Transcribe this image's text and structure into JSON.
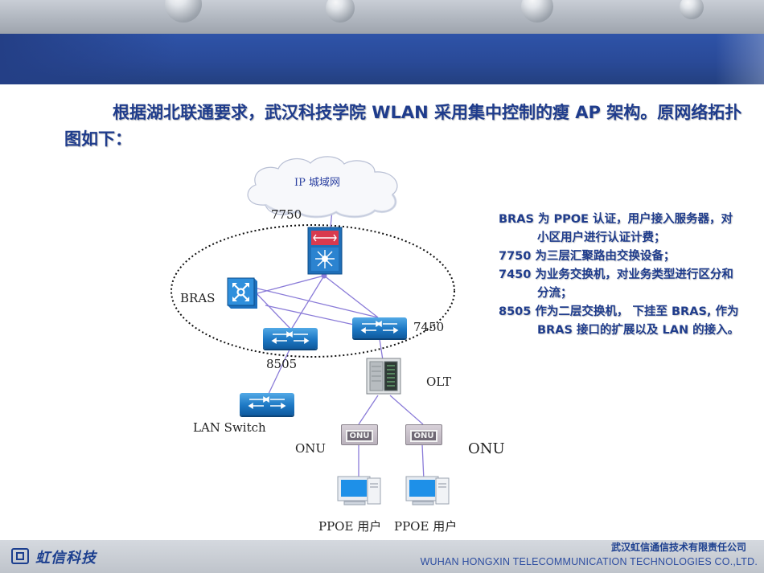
{
  "intro": {
    "text": "根据湖北联通要求，武汉科技学院 WLAN 采用集中控制的瘦 AP 架构。原网络拓扑图如下："
  },
  "diagram": {
    "cloud_label": "IP 城域网",
    "router_label": "7750",
    "bras_label": "BRAS",
    "switch_7450_label": "7450",
    "switch_8505_label": "8505",
    "olt_label": "OLT",
    "lan_switch_label": "LAN Switch",
    "onu_left_label": "ONU",
    "onu_right_label": "ONU",
    "onu_box_text": "ONU",
    "pc_left_label": "PPOE 用户",
    "pc_right_label": "PPOE 用户"
  },
  "notes": [
    "BRAS 为 PPOE 认证，用户接入服务器，对小区用户进行认证计费；",
    "7750 为三层汇聚路由交换设备；",
    "7450 为业务交换机，对业务类型进行区分和分流；",
    "8505 作为二层交换机， 下挂至 BRAS, 作为 BRAS 接口的扩展以及 LAN 的接入。"
  ],
  "footer": {
    "logo_text": "虹信科技",
    "company_cn": "武汉虹信通信技术有限责任公司",
    "company_en": "WUHAN HONGXIN TELECOMMUNICATION TECHNOLOGIES CO.,LTD."
  },
  "colors": {
    "header_band": "#2a4a98",
    "text_blue": "#1f3c8c",
    "switch_blue": "#1d78c4",
    "link_purple": "#8a7bd8"
  }
}
